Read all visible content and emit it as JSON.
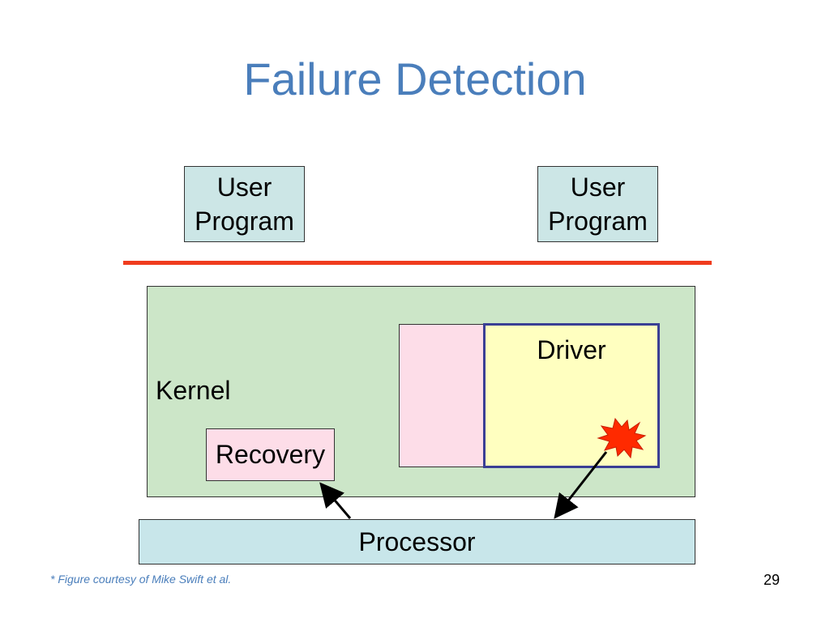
{
  "slide": {
    "title": "Failure Detection",
    "footnote": "* Figure courtesy of Mike Swift et al.",
    "page_number": "29"
  },
  "diagram": {
    "user_programs": [
      {
        "line1": "User",
        "line2": "Program"
      },
      {
        "line1": "User",
        "line2": "Program"
      }
    ],
    "kernel_label": "Kernel",
    "recovery_label": "Recovery",
    "driver_label": "Driver",
    "processor_label": "Processor",
    "colors": {
      "title": "#4a7ebb",
      "user_program_fill": "#cce6e6",
      "boundary_line": "#f03c1e",
      "kernel_fill": "#cce6c8",
      "recovery_fill": "#fddde8",
      "wrapper_fill": "#fddde8",
      "driver_fill": "#ffffc0",
      "driver_border": "#3a3f95",
      "processor_fill": "#c8e6ea",
      "fault_burst": "#ff2a00"
    },
    "icons": [
      "fault-burst-icon",
      "arrow-icon"
    ]
  }
}
